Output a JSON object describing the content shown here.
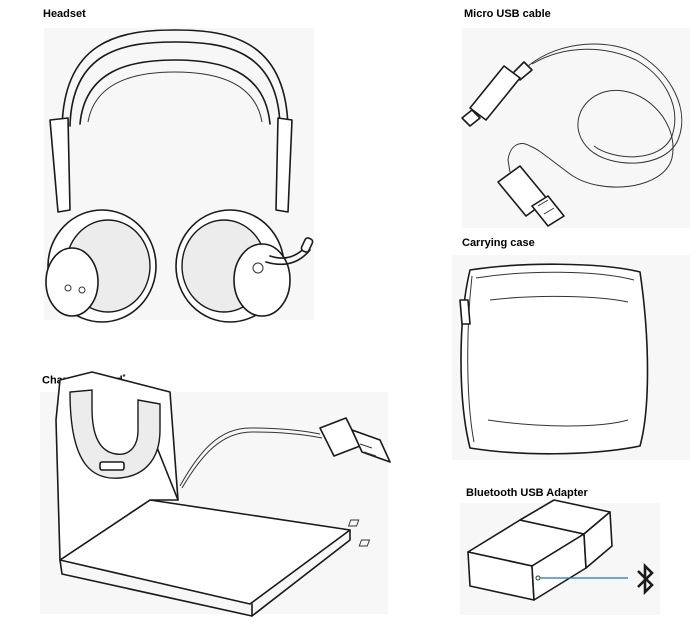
{
  "items": [
    {
      "key": "headset",
      "label": "Headset",
      "icon": "headset-illustration"
    },
    {
      "key": "cable",
      "label": "Micro USB cable",
      "icon": "micro-usb-cable-illustration"
    },
    {
      "key": "case",
      "label": "Carrying case",
      "icon": "carrying-case-illustration"
    },
    {
      "key": "stand",
      "label": "Charging stand",
      "footnote_mark": "*",
      "icon": "charging-stand-illustration"
    },
    {
      "key": "adapter",
      "label": "Bluetooth USB Adapter",
      "icon": "bluetooth-usb-adapter-illustration"
    }
  ],
  "colors": {
    "bluetooth_line": "#1f74b8",
    "panel_bg": "#f7f7f7",
    "line": "#1a1a1a"
  }
}
